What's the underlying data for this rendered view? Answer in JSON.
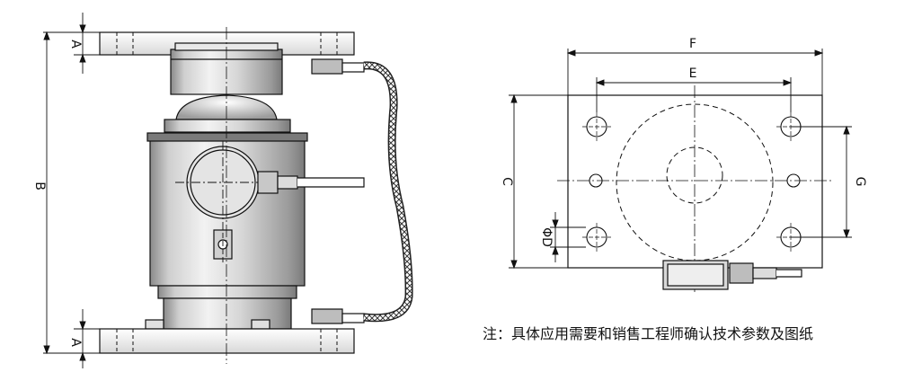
{
  "side_view": {
    "dim_a_top": "A",
    "dim_b": "B",
    "dim_a_bottom": "A"
  },
  "plan_view": {
    "dim_f": "F",
    "dim_e": "E",
    "dim_c": "C",
    "dim_g": "G",
    "dim_phi_d": "ΦD"
  },
  "note": "注：具体应用需要和销售工程师确认技术参数及图纸",
  "colors": {
    "line": "#111111",
    "body_shade": "#b8b8b8",
    "dark": "#6e6e6e"
  }
}
